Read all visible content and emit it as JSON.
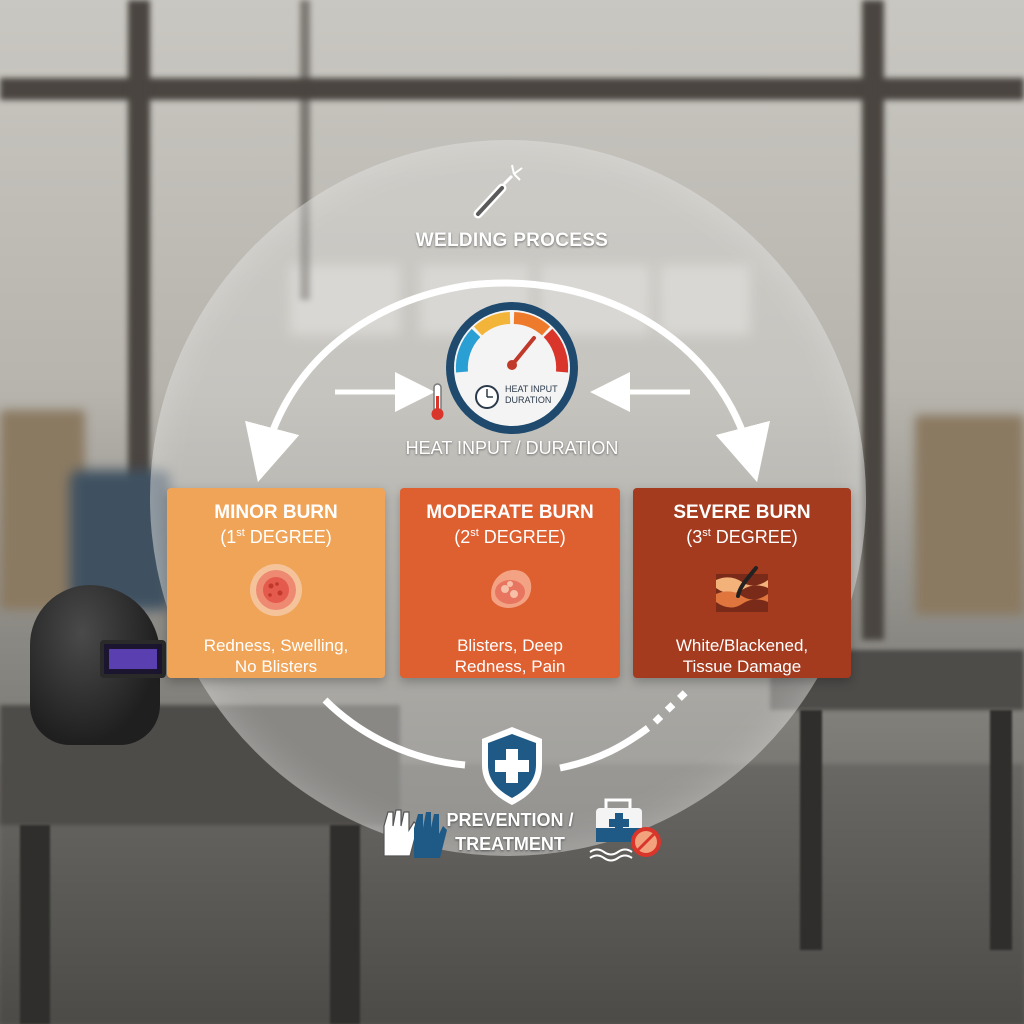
{
  "diagram": {
    "top_label": "WELDING PROCESS",
    "gauge_text_line1": "HEAT INPUT",
    "gauge_text_line2": "DURATION",
    "center_label": "HEAT INPUT / DURATION",
    "bottom_label_line1": "PREVENTION /",
    "bottom_label_line2": "TREATMENT"
  },
  "cards": [
    {
      "title": "MINOR BURN",
      "degree_prefix": "(1",
      "degree_sup": "st",
      "degree_suffix": " DEGREE)",
      "desc_line1": "Redness, Swelling,",
      "desc_line2": "No Blisters",
      "color": "#f0a458"
    },
    {
      "title": "MODERATE BURN",
      "degree_prefix": "(2",
      "degree_sup": "st",
      "degree_suffix": " DEGREE)",
      "desc_line1": "Blisters, Deep",
      "desc_line2": "Redness, Pain",
      "color": "#de5f30"
    },
    {
      "title": "SEVERE BURN",
      "degree_prefix": "(3",
      "degree_sup": "st",
      "degree_suffix": " DEGREE)",
      "desc_line1": "White/Blackened,",
      "desc_line2": "Tissue Damage",
      "color": "#a43a1e"
    }
  ],
  "icons": {
    "top": "welding-torch-icon",
    "gauge": "heat-gauge-icon",
    "thermometer": "thermometer-icon",
    "clock": "clock-icon",
    "minor": "red-skin-icon",
    "moderate": "blister-icon",
    "severe": "skin-layers-icon",
    "shield": "medical-shield-icon",
    "gloves": "gloves-icon",
    "first_aid": "first-aid-kit-icon"
  }
}
